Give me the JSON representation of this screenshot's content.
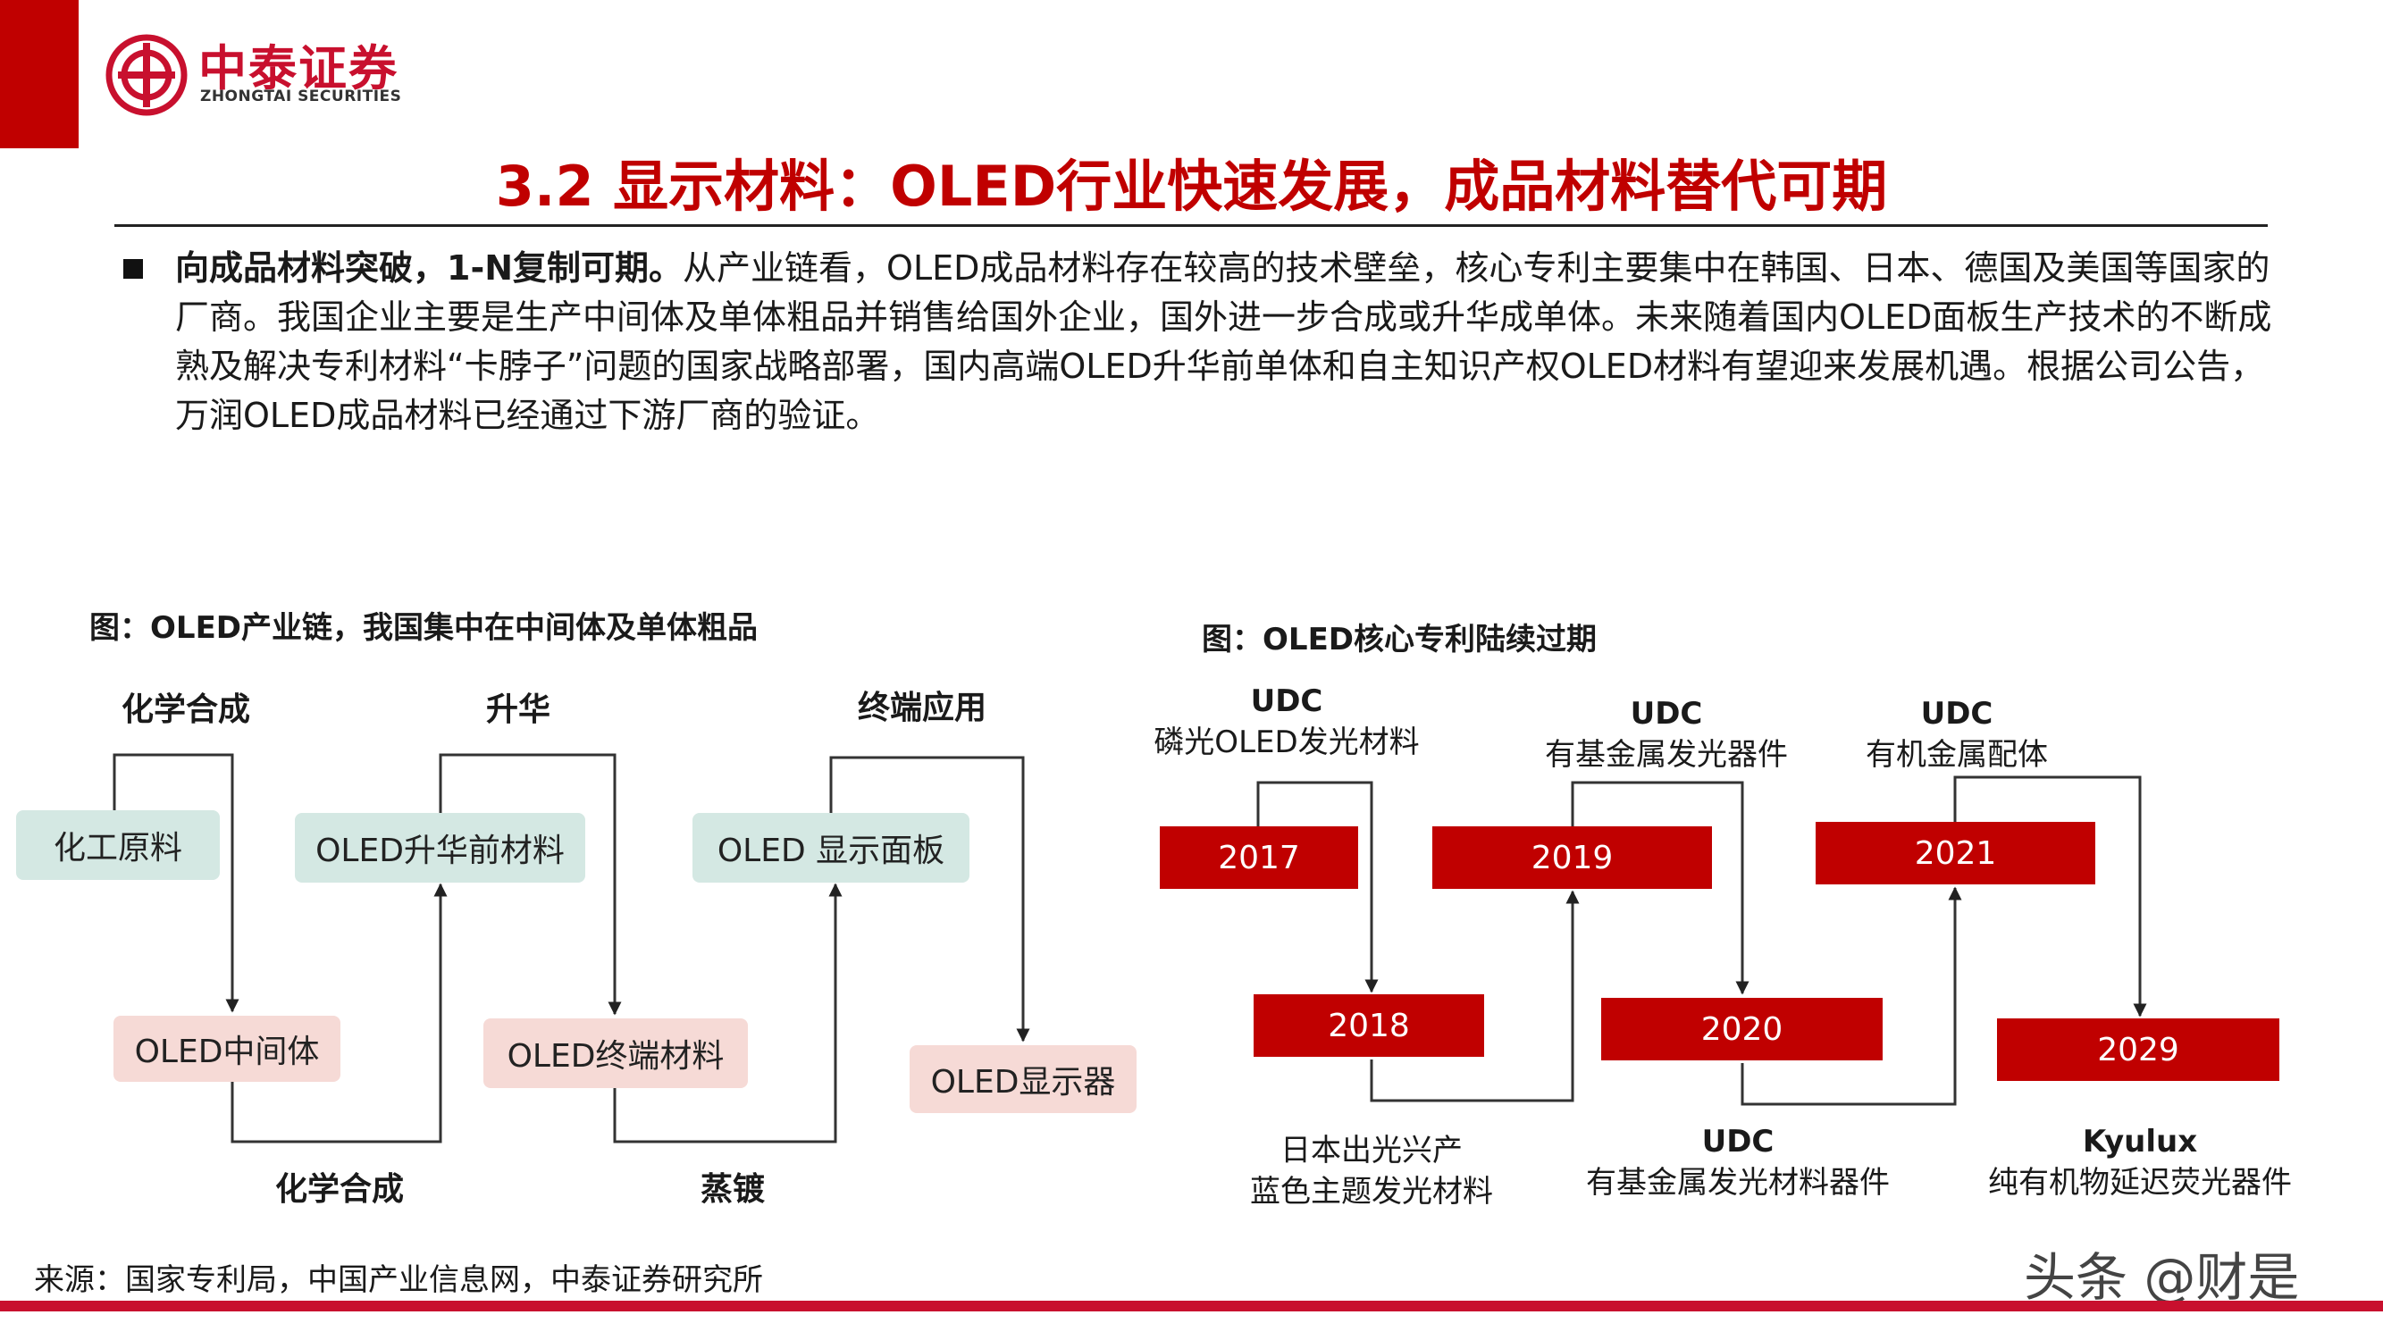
{
  "header": {
    "logo_cn": "中泰证券",
    "logo_en": "ZHONGTAI SECURITIES",
    "brand_color": "#c8102e"
  },
  "title": "3.2 显示材料：OLED行业快速发展，成品材料替代可期",
  "body": {
    "lead": "向成品材料突破，1-N复制可期。",
    "text": "从产业链看，OLED成品材料存在较高的技术壁垒，核心专利主要集中在韩国、日本、德国及美国等国家的厂商。我国企业主要是生产中间体及单体粗品并销售给国外企业，国外进一步合成或升华成单体。未来随着国内OLED面板生产技术的不断成熟及解决专利材料“卡脖子”问题的国家战略部署，国内高端OLED升华前单体和自主知识产权OLED材料有望迎来发展机遇。根据公司公告，万润OLED成品材料已经通过下游厂商的验证。"
  },
  "fig1": {
    "title": "图：OLED产业链，我国集中在中间体及单体粗品",
    "top_labels": [
      "化学合成",
      "升华",
      "终端应用"
    ],
    "bottom_labels": [
      "化学合成",
      "蒸镀"
    ],
    "top_boxes": [
      "化工原料",
      "OLED升华前材料",
      "OLED 显示面板"
    ],
    "bottom_boxes": [
      "OLED中间体",
      "OLED终端材料",
      "OLED显示器"
    ]
  },
  "fig2": {
    "title": "图：OLED核心专利陆续过期",
    "years_top": [
      "2017",
      "2019",
      "2021"
    ],
    "years_bottom": [
      "2018",
      "2020",
      "2029"
    ],
    "labels_top": [
      {
        "head": "UDC",
        "text": "磷光OLED发光材料"
      },
      {
        "head": "UDC",
        "text": "有基金属发光器件"
      },
      {
        "head": "UDC",
        "text": "有机金属配体"
      }
    ],
    "labels_bottom": [
      {
        "head": "日本出光兴产",
        "text": "蓝色主题发光材料"
      },
      {
        "head": "UDC",
        "text": "有基金属发光材料器件"
      },
      {
        "head": "Kyulux",
        "text": "纯有机物延迟荧光器件"
      }
    ],
    "box_color": "#c00000"
  },
  "source": "来源：国家专利局，中国产业信息网，中泰证券研究所",
  "watermark": "头条 @财是"
}
